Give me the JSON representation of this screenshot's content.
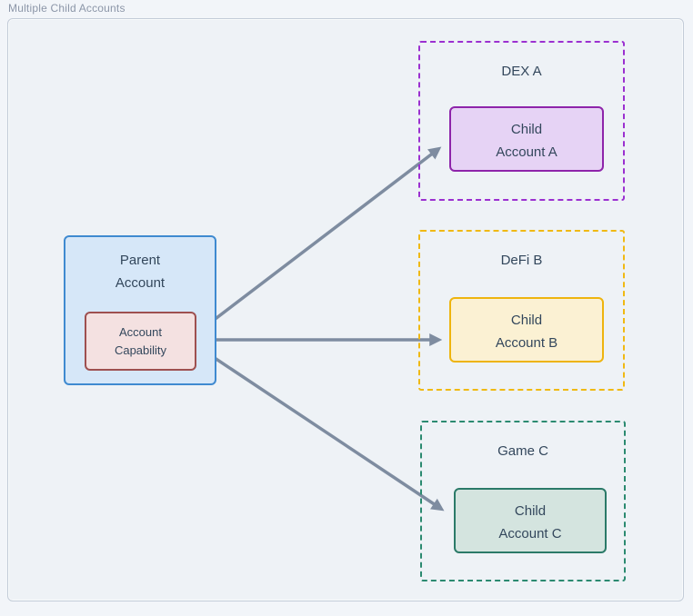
{
  "title": "Multiple Child Accounts",
  "diagram": {
    "parent": {
      "label": "Parent\nAccount",
      "capability_label": "Account\nCapability"
    },
    "groups": [
      {
        "label": "DEX A",
        "child_label": "Child\nAccount A"
      },
      {
        "label": "DeFi B",
        "child_label": "Child\nAccount B"
      },
      {
        "label": "Game C",
        "child_label": "Child\nAccount C"
      }
    ],
    "edges": [
      {
        "from": "Account Capability",
        "to": "Child Account A"
      },
      {
        "from": "Account Capability",
        "to": "Child Account B"
      },
      {
        "from": "Account Capability",
        "to": "Child Account C"
      }
    ]
  },
  "colors": {
    "page-bg": "#f2f5f9",
    "frame-bg": "#eef2f6",
    "frame-border": "#c3ccd8",
    "title-text": "#8c96a8",
    "node-text": "#33475c",
    "arrow": "#7e8ca0",
    "parent-fill": "#d6e7f8",
    "parent-border": "#3f8ad0",
    "capability-fill": "#f4e1e1",
    "capability-border": "#9e5050",
    "group-a-border": "#9b30d0",
    "child-a-fill": "#e6d3f5",
    "child-a-border": "#8e24aa",
    "group-b-border": "#f0b913",
    "child-b-fill": "#fbf1d3",
    "child-b-border": "#eeb40e",
    "group-c-border": "#2b8a70",
    "child-c-fill": "#d4e4df",
    "child-c-border": "#2b7a68"
  }
}
